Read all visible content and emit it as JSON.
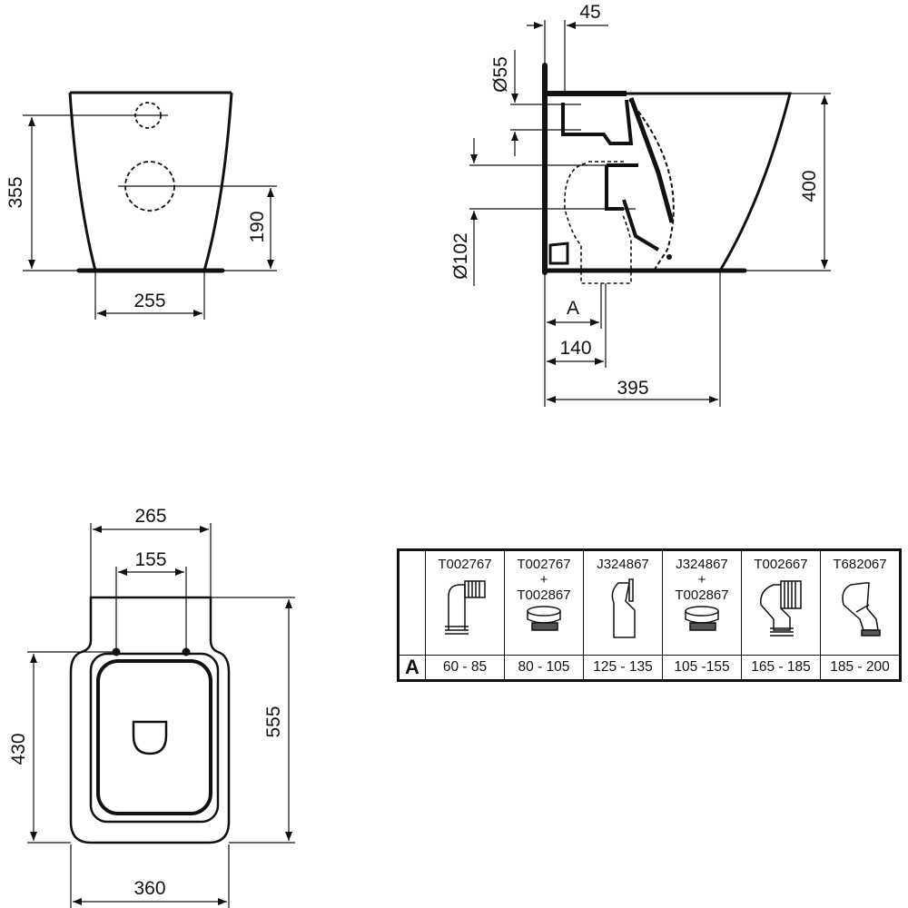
{
  "front_view": {
    "dim_height_inlet": "355",
    "dim_height_outlet": "190",
    "dim_base_width": "255"
  },
  "side_view": {
    "dim_offset": "45",
    "dim_inlet_diameter": "Ø55",
    "dim_outlet_diameter": "Ø102",
    "dim_height": "400",
    "dim_a": "A",
    "dim_outlet_distance": "140",
    "dim_depth": "395"
  },
  "top_view": {
    "dim_top_width": "265",
    "dim_bolt_spacing": "155",
    "dim_length": "555",
    "dim_bowl_length": "430",
    "dim_width": "360"
  },
  "connector_table": {
    "row_label": "A",
    "columns": [
      {
        "code": "T002767",
        "plus": "",
        "code2": "",
        "icon": "elbow-connector-icon",
        "range": "60 - 85"
      },
      {
        "code": "T002767",
        "plus": "+",
        "code2": "T002867",
        "icon": "eccentric-collar-icon",
        "range": "80 - 105"
      },
      {
        "code": "J324867",
        "plus": "",
        "code2": "",
        "icon": "offset-pan-connector-icon",
        "range": "125 - 135"
      },
      {
        "code": "J324867",
        "plus": "+",
        "code2": "T002867",
        "icon": "eccentric-collar-icon",
        "range": "105 -155"
      },
      {
        "code": "T002667",
        "plus": "",
        "code2": "",
        "icon": "flexible-elbow-icon",
        "range": "165 - 185"
      },
      {
        "code": "T682067",
        "plus": "",
        "code2": "",
        "icon": "angled-connector-icon",
        "range": "185 - 200"
      }
    ]
  }
}
